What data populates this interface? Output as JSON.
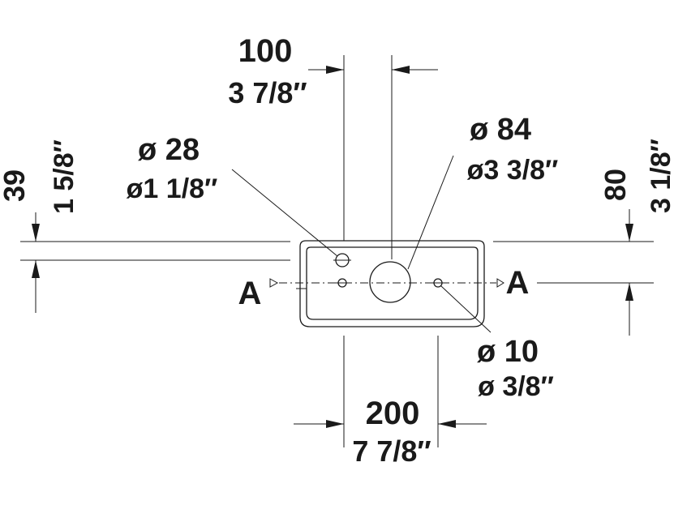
{
  "dimensions": {
    "d100_mm": "100",
    "d100_in": "3 7/8″",
    "d200_mm": "200",
    "d200_in": "7 7/8″",
    "d39_mm": "39",
    "d39_in": "1 5/8″",
    "d80_mm": "80",
    "d80_in": "3 1/8″"
  },
  "holes": {
    "h28_mm": "ø 28",
    "h28_in": "ø1 1/8″",
    "h84_mm": "ø 84",
    "h84_in": "ø3 3/8″",
    "h10_mm": "ø 10",
    "h10_in": "ø 3/8″"
  },
  "section": {
    "left_label": "A",
    "right_label": "A"
  }
}
